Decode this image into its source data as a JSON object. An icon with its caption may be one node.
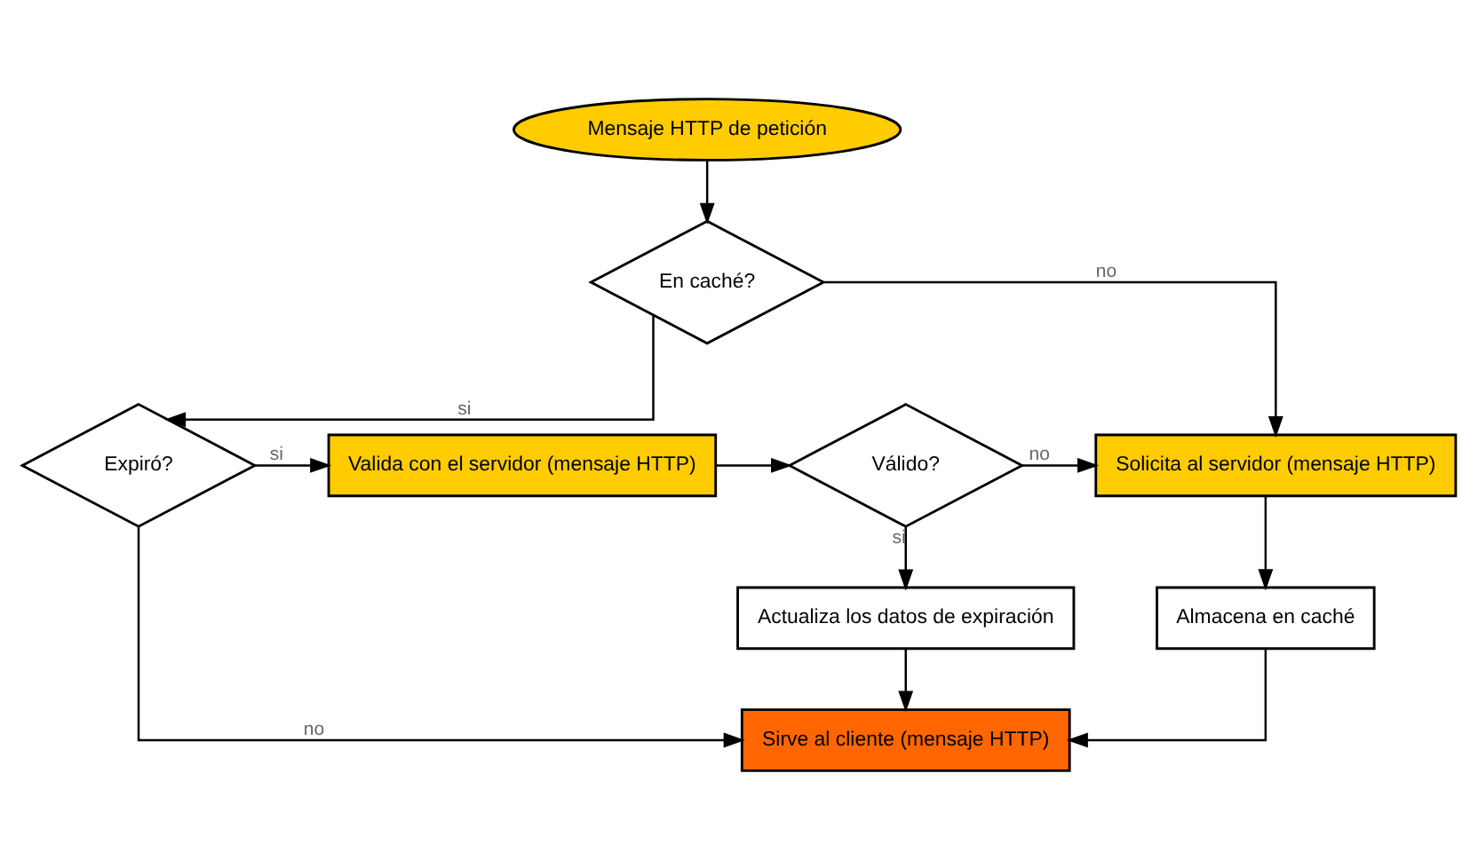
{
  "diagram": {
    "nodes": [
      {
        "text": [
          "Mensaje HTTP de petición"
        ]
      },
      {
        "text": [
          "En caché?"
        ]
      },
      {
        "text": [
          "Expiró?"
        ]
      },
      {
        "text": [
          "Valida con el servidor (mensaje HTTP)"
        ]
      },
      {
        "text": [
          "Válido?"
        ]
      },
      {
        "text": [
          "Solicita al servidor (mensaje HTTP)"
        ]
      },
      {
        "text": [
          "Actualiza los datos de expiración"
        ]
      },
      {
        "text": [
          "Almacena en caché"
        ]
      },
      {
        "text": [
          "Sirve al cliente (mensaje HTTP)"
        ]
      }
    ],
    "edges": [
      {
        "from": 0,
        "to": 1,
        "arrow": "to"
      },
      {
        "from": 1,
        "to": 5,
        "arrow": "to",
        "label": "no"
      },
      {
        "from": 1,
        "to": 2,
        "arrow": "to",
        "label": "si"
      },
      {
        "from": 2,
        "to": 3,
        "arrow": "to",
        "label": "si"
      },
      {
        "from": 3,
        "to": 4,
        "arrow": "to"
      },
      {
        "from": 4,
        "to": 5,
        "arrow": "to",
        "label": "no"
      },
      {
        "from": 4,
        "to": 6,
        "arrow": "to",
        "label": "si"
      },
      {
        "from": 5,
        "to": 7,
        "arrow": "to"
      },
      {
        "from": 7,
        "to": 8,
        "arrow": "to"
      },
      {
        "from": 2,
        "to": 8,
        "arrow": "to",
        "label": "no"
      },
      {
        "from": 6,
        "to": 8,
        "arrow": "to"
      }
    ]
  }
}
